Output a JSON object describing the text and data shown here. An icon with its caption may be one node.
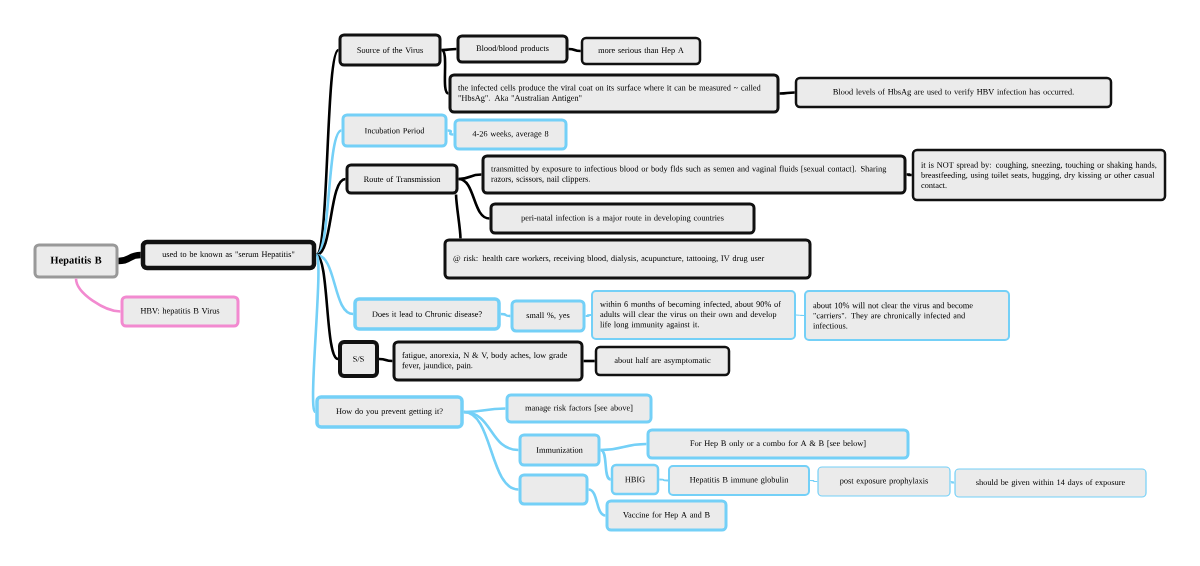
{
  "diagram": {
    "nodes": [
      {
        "text": [
          "Hepatitis B"
        ]
      },
      {
        "text": [
          "HBV:  hepatitis B Virus"
        ]
      },
      {
        "text": [
          "used to be known as \"serum Hepatitis\""
        ]
      },
      {
        "text": [
          "Source of the Virus"
        ]
      },
      {
        "text": [
          "Blood/blood products"
        ]
      },
      {
        "text": [
          "more serious than Hep A"
        ]
      },
      {
        "text": [
          "the infected cells produce the viral coat on its surface where it can be measured ~ called \"HbsAg\".  Aka \"Australian Antigen\""
        ]
      },
      {
        "text": [
          "Blood levels of HbsAg are used to verify HBV infection has occurred."
        ]
      },
      {
        "text": [
          "Incubation Period"
        ]
      },
      {
        "text": [
          "4-26 weeks, average 8"
        ]
      },
      {
        "text": [
          "Route of Transmission"
        ]
      },
      {
        "text": [
          "transmitted by exposure to infectious blood or body flds such as semen and vaginal fluids [sexual contact].  Sharing razors, scissors, nail clippers."
        ]
      },
      {
        "text": [
          "it is NOT spread by:  coughing, sneezing, touching or shaking hands, breastfeeding, using toilet seats, hugging, dry kissing or other casual contact."
        ]
      },
      {
        "text": [
          "peri-natal infection is a major route in developing countries"
        ]
      },
      {
        "text": [
          "@ risk:  health care workers, receiving blood, dialysis, acupuncture, tattooing, IV drug user"
        ]
      },
      {
        "text": [
          "Does it lead to Chronic disease?"
        ]
      },
      {
        "text": [
          "small %, yes"
        ]
      },
      {
        "text": [
          "within 6 months of becoming infected, about 90% of adults will clear the virus on their own and develop life long immunity against it."
        ]
      },
      {
        "text": [
          "about 10% will not clear the virus and become \"carriers\".  They are chronically infected and infectious."
        ]
      },
      {
        "text": [
          "S/S"
        ]
      },
      {
        "text": [
          "fatigue, anorexia, N & V, body aches, low grade fever, jaundice, pain."
        ]
      },
      {
        "text": [
          "about half are asymptomatic"
        ]
      },
      {
        "text": [
          "How do you prevent getting it?"
        ]
      },
      {
        "text": [
          "manage risk factors [see above]"
        ]
      },
      {
        "text": [
          "Immunization"
        ]
      },
      {
        "text": [
          "For Hep B only or a combo for A & B [see below]"
        ]
      },
      {
        "text": [
          "HBIG"
        ]
      },
      {
        "text": [
          "Hepatitis B immune globulin"
        ]
      },
      {
        "text": [
          "post exposure prophylaxis"
        ]
      },
      {
        "text": [
          "should be given within 14 days of exposure"
        ]
      },
      {
        "text": [],
        "shape": "box"
      },
      {
        "text": [
          "Vaccine for Hep A and B"
        ]
      }
    ],
    "edges": [
      {
        "from": 0,
        "to": 1,
        "arrow": "none",
        "color": "#f28ad0"
      },
      {
        "from": 0,
        "to": 2,
        "arrow": "none",
        "style": "thick",
        "color": "#000000"
      },
      {
        "from": 2,
        "to": 3,
        "arrow": "none",
        "color": "#000000"
      },
      {
        "from": 2,
        "to": 8,
        "arrow": "none"
      },
      {
        "from": 2,
        "to": 10,
        "arrow": "none",
        "color": "#000000"
      },
      {
        "from": 2,
        "to": 15,
        "arrow": "none"
      },
      {
        "from": 2,
        "to": 19,
        "arrow": "none",
        "color": "#000000"
      },
      {
        "from": 2,
        "to": 22,
        "arrow": "none"
      },
      {
        "from": 3,
        "to": 4,
        "arrow": "none",
        "color": "#000000"
      },
      {
        "from": 4,
        "to": 5,
        "arrow": "none",
        "color": "#000000"
      },
      {
        "from": 3,
        "to": 6,
        "arrow": "none",
        "color": "#000000"
      },
      {
        "from": 6,
        "to": 7,
        "arrow": "none",
        "color": "#000000"
      },
      {
        "from": 8,
        "to": 9,
        "arrow": "none"
      },
      {
        "from": 10,
        "to": 11,
        "arrow": "none",
        "color": "#000000"
      },
      {
        "from": 11,
        "to": 12,
        "arrow": "none",
        "color": "#000000"
      },
      {
        "from": 10,
        "to": 13,
        "arrow": "none",
        "color": "#000000"
      },
      {
        "from": 10,
        "to": 14,
        "arrow": "none",
        "color": "#000000"
      },
      {
        "from": 15,
        "to": 16,
        "arrow": "none"
      },
      {
        "from": 16,
        "to": 17,
        "arrow": "none"
      },
      {
        "from": 17,
        "to": 18,
        "arrow": "none"
      },
      {
        "from": 19,
        "to": 20,
        "arrow": "none",
        "color": "#000000"
      },
      {
        "from": 20,
        "to": 21,
        "arrow": "none",
        "color": "#000000"
      },
      {
        "from": 22,
        "to": 23,
        "arrow": "none"
      },
      {
        "from": 22,
        "to": 24,
        "arrow": "none"
      },
      {
        "from": 22,
        "to": 30,
        "arrow": "none"
      },
      {
        "from": 24,
        "to": 25,
        "arrow": "none"
      },
      {
        "from": 24,
        "to": 26,
        "arrow": "none"
      },
      {
        "from": 26,
        "to": 27,
        "arrow": "none"
      },
      {
        "from": 27,
        "to": 28,
        "arrow": "none"
      },
      {
        "from": 28,
        "to": 29,
        "arrow": "none"
      },
      {
        "from": 30,
        "to": 31,
        "arrow": "none"
      }
    ]
  }
}
